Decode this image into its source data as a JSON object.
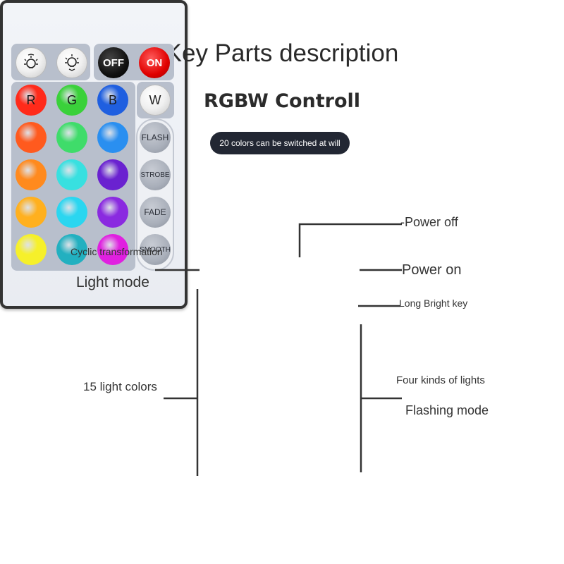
{
  "header": {
    "title": "Key Parts description",
    "subtitle": "RGBW Controll",
    "pill": "20 colors can be switched at will"
  },
  "remote": {
    "mode_buttons": [
      {
        "name": "mode-up",
        "icon": "bulb-cycle-up-icon"
      },
      {
        "name": "mode-down",
        "icon": "bulb-cycle-down-icon"
      }
    ],
    "off_label": "OFF",
    "on_label": "ON",
    "rgb_labels": [
      "R",
      "G",
      "B"
    ],
    "w_label": "W",
    "color_rows": [
      [
        "#ff2a1a",
        "#3ad13a",
        "#1f5fe0"
      ],
      [
        "#ff5a1e",
        "#3fdc6a",
        "#2a8ff0"
      ],
      [
        "#ff8a1e",
        "#38e0e0",
        "#6a22d0"
      ],
      [
        "#ffb01e",
        "#2ad6f0",
        "#8a2ae0"
      ],
      [
        "#f6f02a",
        "#22b0c0",
        "#e020e0"
      ]
    ],
    "flash_buttons": [
      "FLASH",
      "STROBE",
      "FADE",
      "SMOOTH"
    ]
  },
  "annotations": {
    "power_off": "-Power off",
    "power_on": "Power on",
    "cyclic": "Cyclic transformation",
    "light_mode": "Light mode",
    "long_bright": "Long Bright key",
    "light_colors": "15 light colors",
    "four_kinds": "Four kinds of lights",
    "flashing_mode": "Flashing mode"
  },
  "colors": {
    "pill_bg": "#222733",
    "off": "#000000",
    "on": "#e00000"
  }
}
